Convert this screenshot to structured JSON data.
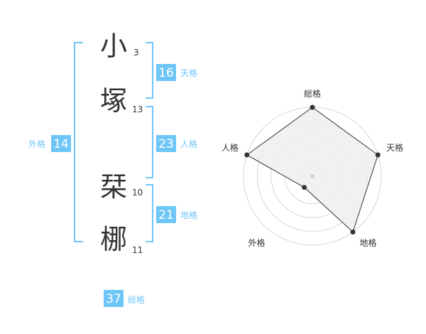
{
  "name": {
    "chars": [
      {
        "char": "小",
        "strokes": "3"
      },
      {
        "char": "塚",
        "strokes": "13"
      },
      {
        "char": "栞",
        "strokes": "10"
      },
      {
        "char": "梛",
        "strokes": "11"
      }
    ]
  },
  "fortune": {
    "tenkaku": {
      "value": "16",
      "label": "天格"
    },
    "jinkaku": {
      "value": "23",
      "label": "人格"
    },
    "chikaku": {
      "value": "21",
      "label": "地格"
    },
    "gaikaku": {
      "value": "14",
      "label": "外格"
    },
    "soukaku": {
      "value": "37",
      "label": "総格"
    }
  },
  "colors": {
    "accent": "#6ec6f7",
    "badge_text": "#ffffff",
    "label_text": "#6ec6f7",
    "name_text": "#333333",
    "radar_fill": "#efefef",
    "radar_line": "#333333",
    "grid": "#cccccc"
  },
  "chart_data": {
    "type": "radar",
    "axes": [
      "総格",
      "天格",
      "地格",
      "外格",
      "人格"
    ],
    "values": [
      5,
      5,
      5,
      1,
      5
    ],
    "max": 5,
    "rings": 5
  }
}
